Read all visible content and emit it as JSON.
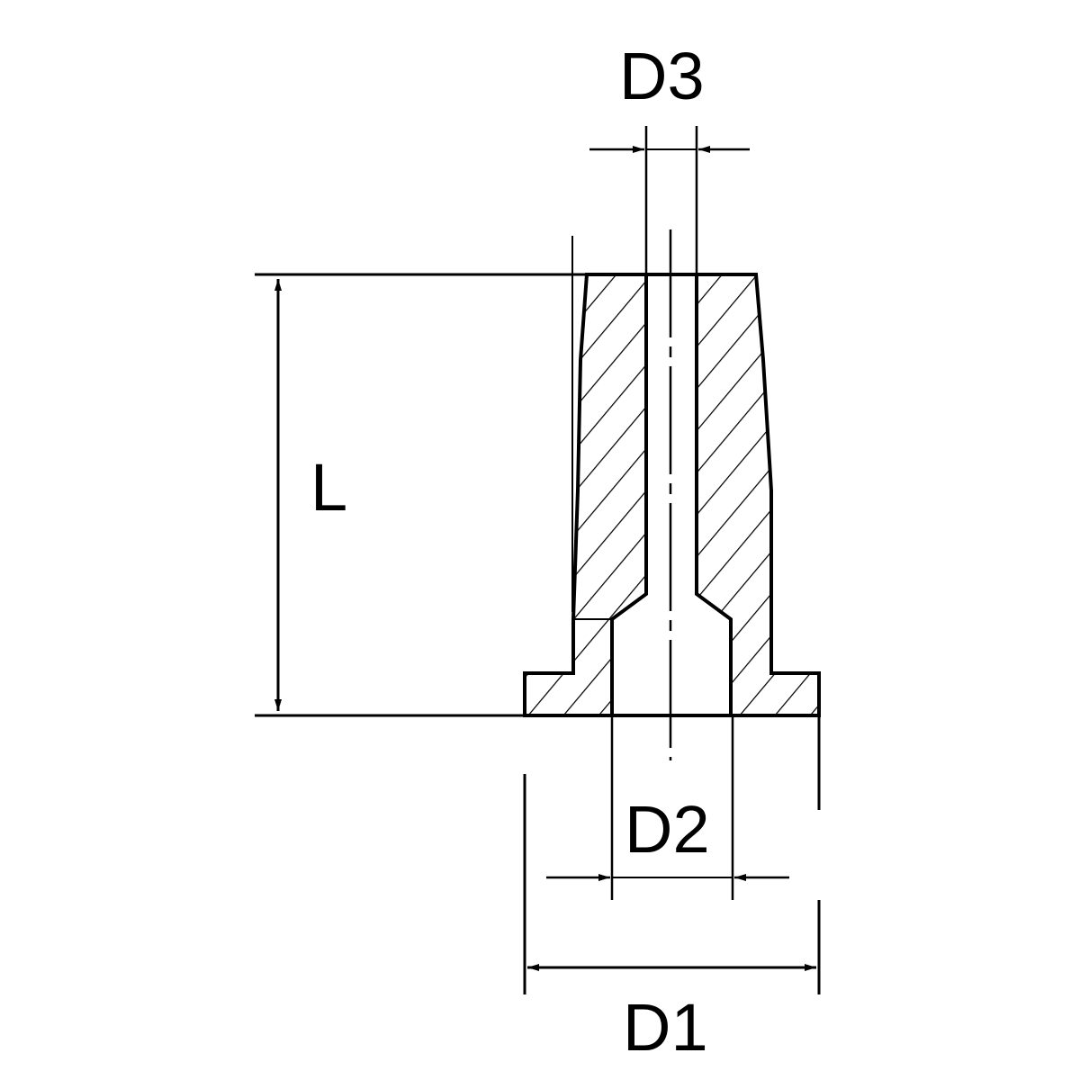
{
  "drawing": {
    "labels": {
      "d3": "D3",
      "l": "L",
      "d2": "D2",
      "d1": "D1"
    },
    "line_color": "#000000",
    "background": "#ffffff"
  }
}
